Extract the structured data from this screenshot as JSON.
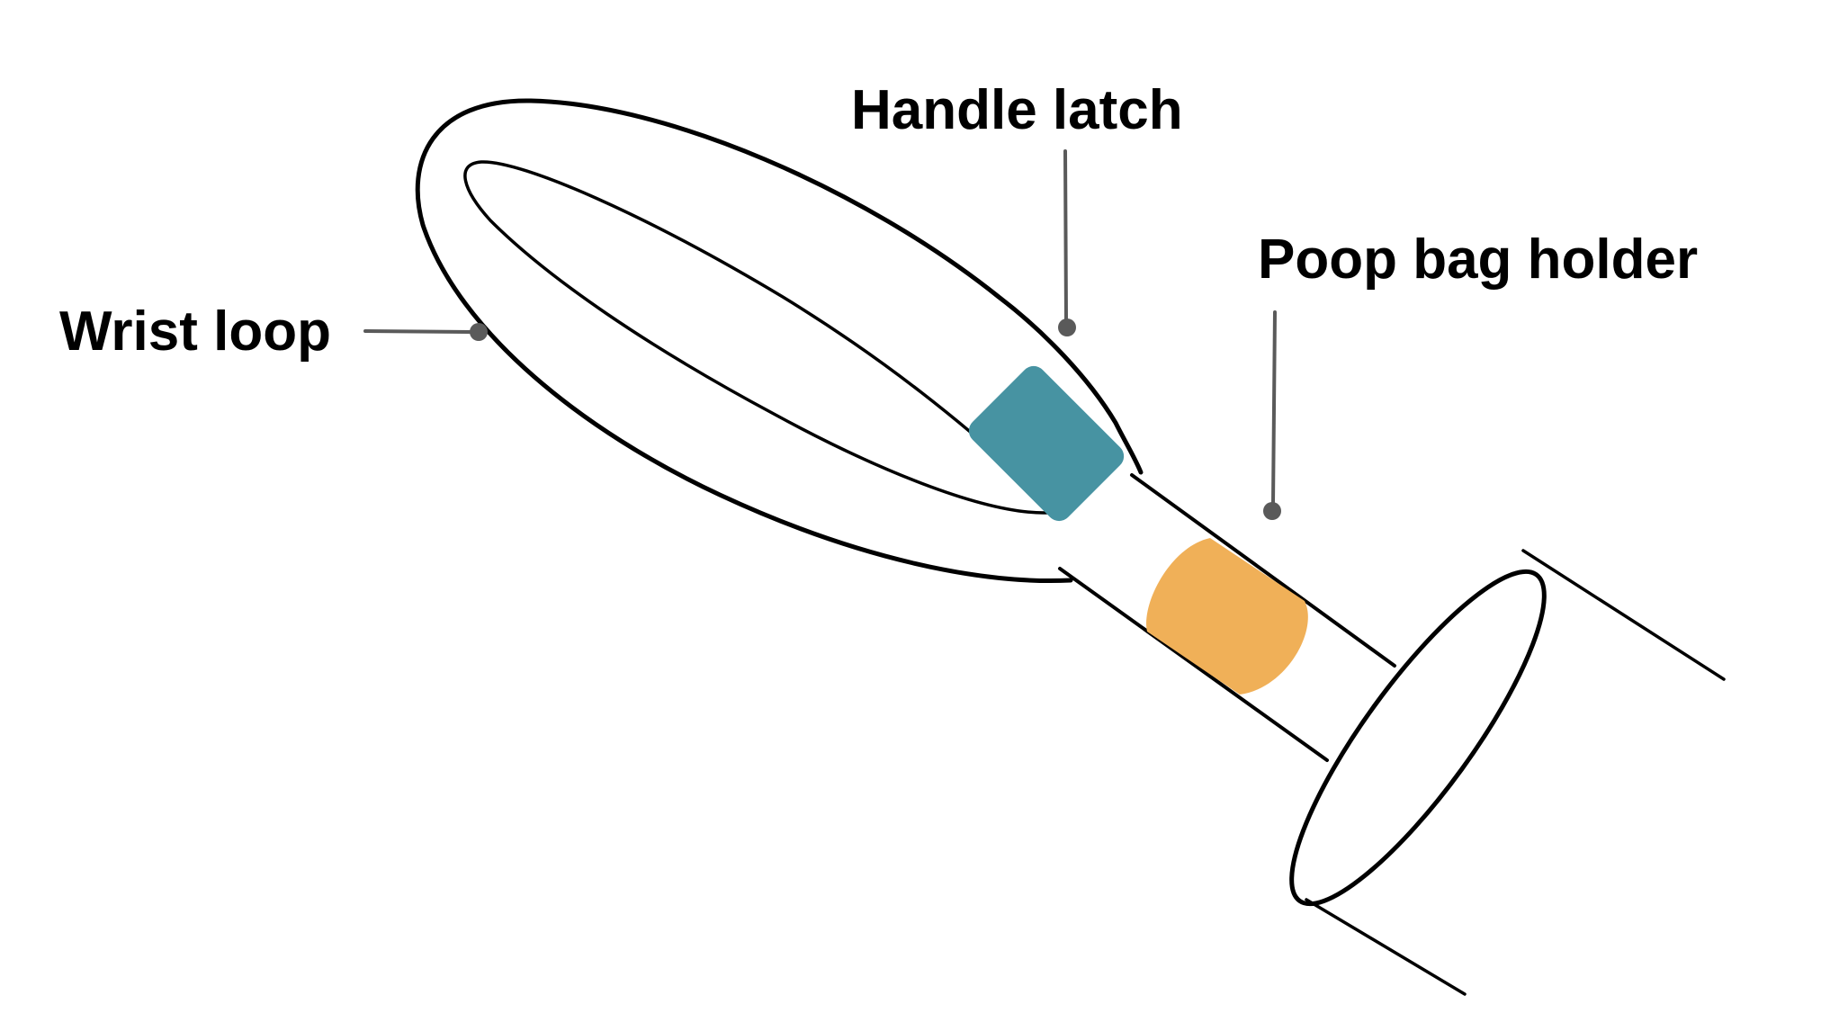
{
  "labels": {
    "wrist_loop": "Wrist loop",
    "handle_latch": "Handle latch",
    "poop_bag_holder": "Poop bag holder"
  },
  "colors": {
    "outline": "#000000",
    "leader_line": "#5a5a5a",
    "handle_latch": "#4793a2",
    "poop_bag_holder": "#f0b058"
  },
  "parts": [
    {
      "id": "wrist-loop-outer",
      "kind": "outline"
    },
    {
      "id": "wrist-loop-inner",
      "kind": "outline"
    },
    {
      "id": "shaft",
      "kind": "outline"
    },
    {
      "id": "scoop-rim",
      "kind": "outline"
    },
    {
      "id": "scoop-body",
      "kind": "outline"
    }
  ]
}
